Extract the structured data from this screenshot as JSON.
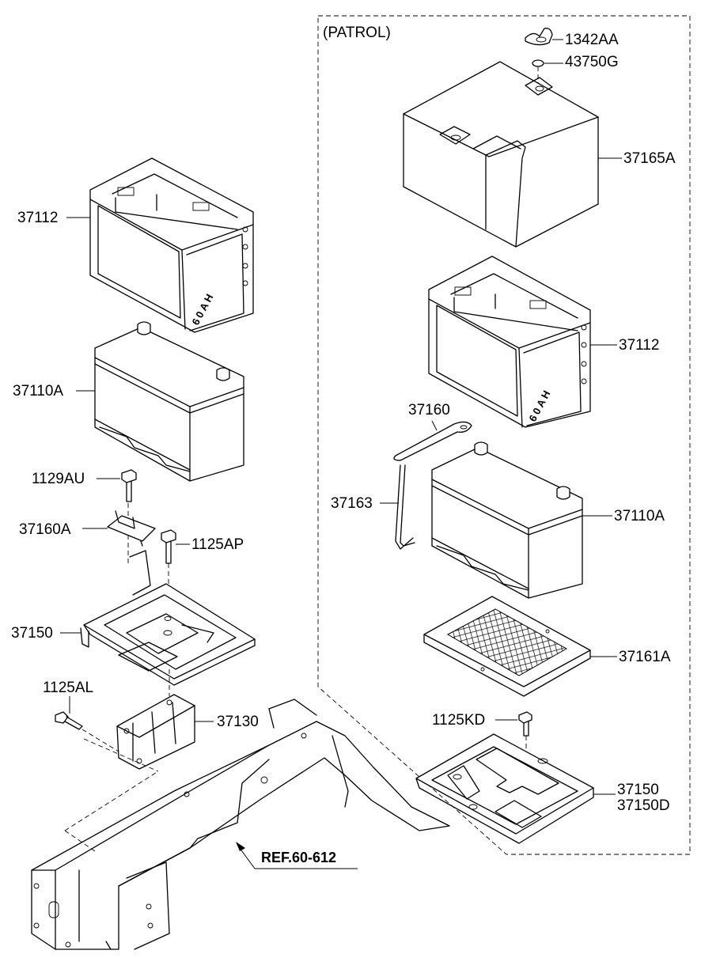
{
  "group_label": "(PATROL)",
  "left_labels": {
    "tray_box": "37112",
    "battery": "37110A",
    "bolt_top": "1129AU",
    "clamp": "37160A",
    "bolt_mid": "1125AP",
    "tray": "37150",
    "bolt_side": "1125AL",
    "bracket": "37130"
  },
  "right_labels": {
    "wing_nut": "1342AA",
    "washer": "43750G",
    "cover": "37165A",
    "tray_box": "37112",
    "clamp": "37160",
    "rod": "37163",
    "battery": "37110A",
    "mat": "37161A",
    "bolt": "1125KD",
    "tray": "37150",
    "tray_alt": "37150D"
  },
  "ref_label": "REF.60-612",
  "box_side_text": "60AH"
}
